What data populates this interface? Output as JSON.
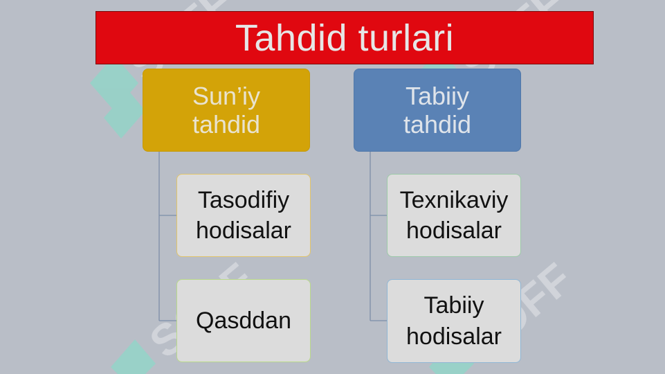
{
  "title": "Tahdid turlari",
  "columns": [
    {
      "heading_lines": [
        "Sun’iy",
        "tahdid"
      ],
      "items": [
        {
          "lines": [
            "Tasodifiy",
            "hodisalar"
          ]
        },
        {
          "lines": [
            "Qasddan"
          ]
        }
      ]
    },
    {
      "heading_lines": [
        "Tabiiy",
        "tahdid"
      ],
      "items": [
        {
          "lines": [
            "Texnikaviy",
            "hodisalar"
          ]
        },
        {
          "lines": [
            "Tabiiy",
            "hodisalar"
          ]
        }
      ]
    }
  ],
  "watermark_text": "SOFF",
  "colors": {
    "background": "#b9bec7",
    "title_bar": "#e00810",
    "left_heading": "#d3a308",
    "right_heading": "#5a82b5",
    "child_box": "#dcdcdc",
    "connector": "#7c8ea8",
    "watermark": "#7fe0c8"
  }
}
